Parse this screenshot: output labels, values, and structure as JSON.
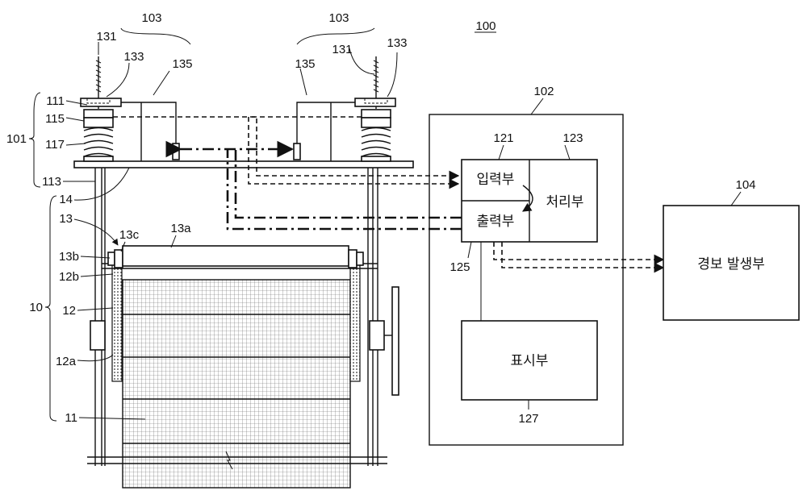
{
  "labels": {
    "system": "100",
    "sensor_unit_a": "103",
    "sensor_unit_b": "103",
    "bolt_a": "131",
    "bolt_b": "131",
    "sensor_a": "133",
    "sensor_b": "133",
    "bracket_a": "135",
    "bracket_b": "135",
    "upper_frame": "101",
    "nut": "111",
    "washer": "115",
    "spring": "117",
    "plate": "113",
    "belt": "14",
    "roller_assembly": "13",
    "roller": "13a",
    "bearing": "13b",
    "shaft_end": "13c",
    "frame_b": "12b",
    "frame": "12",
    "frame_a": "12a",
    "conveyor": "10",
    "mesh": "11",
    "controller": "102",
    "input_ref": "121",
    "processor_ref": "123",
    "output_ref": "125",
    "display_ref": "127",
    "alarm_ref": "104"
  },
  "blocks": {
    "input": "입력부",
    "processor": "처리부",
    "output": "출력부",
    "display": "표시부",
    "alarm": "경보 발생부"
  }
}
